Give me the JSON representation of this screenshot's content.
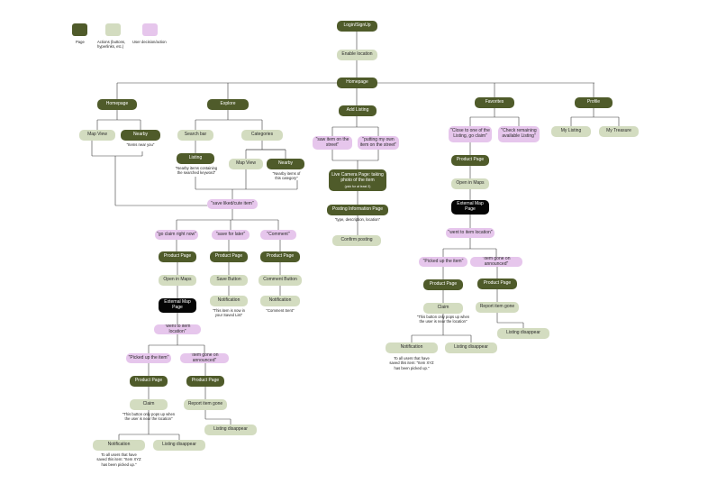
{
  "legend": {
    "page": "Page",
    "action": "Actions (buttons,\nhyperlinks, etc.)",
    "decision": "User decision/action"
  },
  "colors": {
    "page": "#4f5b2a",
    "action": "#d3dcc0",
    "decision": "#e6c6ec",
    "black": "#050505"
  },
  "nodes": {
    "login": "Login/SignUp",
    "enable_location": "Enable location",
    "homepage": "Homepage",
    "homepage_sub": "Homepage",
    "map_view": "Map View",
    "nearby": "Nearby",
    "explore": "Explore",
    "search_bar": "Search bar",
    "categories": "Categories",
    "listing": "Listing",
    "cat_map_view": "Map View",
    "cat_nearby": "Nearby",
    "save_like": "\"save liked/cute item\"",
    "go_claim": "\"go claim right now\"",
    "save_later": "\"save for later\"",
    "comment": "\"Comment\"",
    "pp_claim": "Product Page",
    "pp_save": "Product Page",
    "pp_comment": "Product Page",
    "open_maps_left": "Open in Maps",
    "save_button": "Save Button",
    "comment_button": "Comment Button",
    "ext_map_left": "External Map\nPage",
    "notif_save": "Notification",
    "notif_comment": "Notification",
    "went_location_left": "\"went to item location\"",
    "picked_up_left": "\"Picked up the item\"",
    "item_gone_left": "\"Item gone on announced\"",
    "pp_picked_left": "Product Page",
    "pp_gone_left": "Product Page",
    "claim_left": "Claim",
    "report_left": "Report item gone",
    "listing_disappear_a": "Listing disappear",
    "notification_left": "Notification",
    "listing_disappear_b": "Listing disappear",
    "add_listing": "Add Listing",
    "saw_item": "\"saw item on the street\"",
    "putting_own": "\"putting my own item on the street\"",
    "live_camera": "Live Camera Page: taking photo of the item",
    "posting_info": "Posting Information Page",
    "confirm_posting": "Confirm posting",
    "favorites": "Favorites",
    "close_listing": "\"Close to one of the Listing, go claim\"",
    "check_remaining": "\"Check remaining available Listing\"",
    "pp_fav": "Product Page",
    "open_maps_fav": "Open in Maps",
    "ext_map_fav": "External Map\nPage",
    "went_location_fav": "\"went to item location\"",
    "picked_up_fav": "\"Picked up the item\"",
    "item_gone_fav": "\"Item gone on announced\"",
    "pp_picked_fav": "Product Page",
    "pp_gone_fav": "Product Page",
    "claim_fav": "Claim",
    "report_fav": "Report item gone",
    "listing_disappear_fav_a": "Listing disappear",
    "notification_fav": "Notification",
    "listing_disappear_fav_b": "Listing disappear",
    "profile": "Profile",
    "my_listing": "My Listing",
    "my_treasure": "My Treasure"
  },
  "notes": {
    "items_near_you": "\"Items near you\"",
    "nearby_items_keyword": "\"Nearby items containing\nthe searched keyword\"",
    "nearby_items_category": "\"Nearby items of\nthis category\"",
    "pick_at_least": "(pick for at least 3)",
    "type_desc": "\"type, description, location\"",
    "saved_list_note": "\"This item is now in\nyour Saved List\"",
    "comment_sent": "\"Comment Sent\"",
    "claim_note_left": "\"This button only pops up when\nthe user is near the location\"",
    "picked_note_left": "To all users that have\nsaved this item: \"Item XYZ\nhas been picked up.\"",
    "claim_note_fav": "\"This button only pops up when\nthe user is near the location\"",
    "picked_note_fav": "To all users that have\nsaved this item: \"Item XYZ\nhas been picked up.\""
  }
}
